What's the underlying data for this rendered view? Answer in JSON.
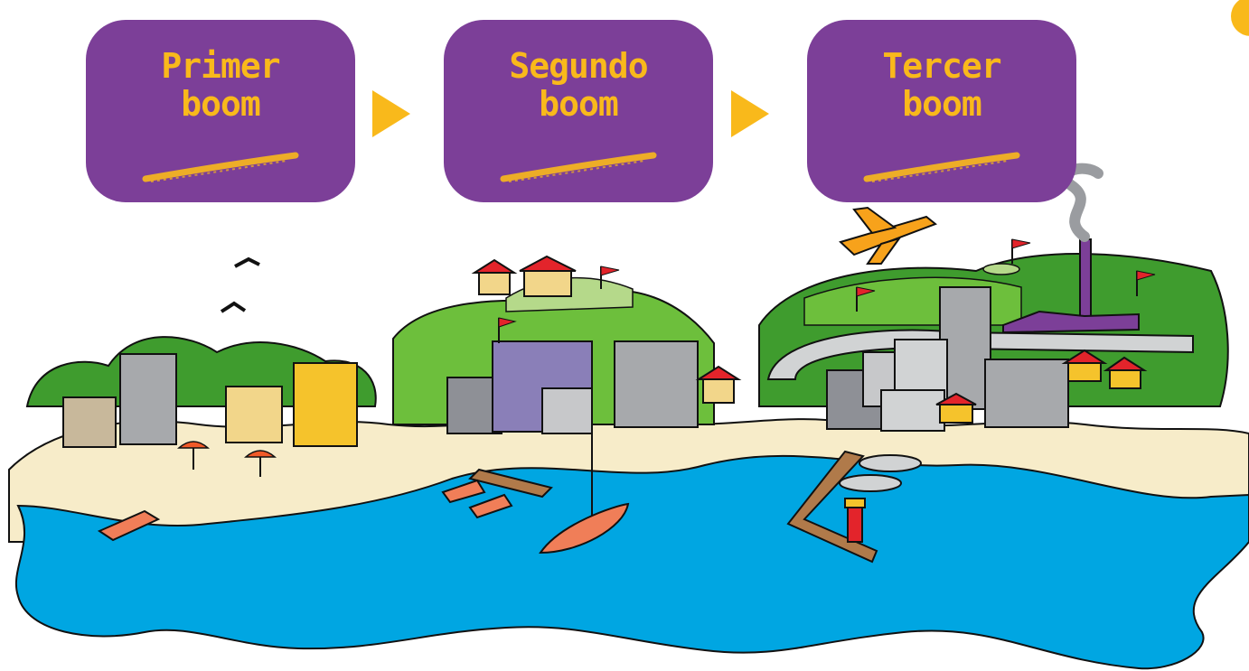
{
  "steps": [
    {
      "label": "Primer\nboom"
    },
    {
      "label": "Segundo\nboom"
    },
    {
      "label": "Tercer\nboom"
    }
  ],
  "colors": {
    "box": "#7c3f98",
    "accent": "#f9b91b",
    "sea": "#00a6e2",
    "sand": "#f7ecc9",
    "hill": "#6dbf3c",
    "foliage": "#3f9c2e",
    "building_gray": "#a7a9ac",
    "building_yellow": "#f5c32c",
    "building_purple": "#8a7fb8",
    "roof_red": "#e3242b",
    "boat": "#f07e58",
    "plane": "#f7a21b"
  },
  "icons": [
    "right-arrow-icon",
    "airplane-icon",
    "bird-icon",
    "flag-icon",
    "umbrella-icon",
    "boat-icon",
    "sailboat-icon",
    "lighthouse-icon",
    "factory-chimney-icon"
  ]
}
